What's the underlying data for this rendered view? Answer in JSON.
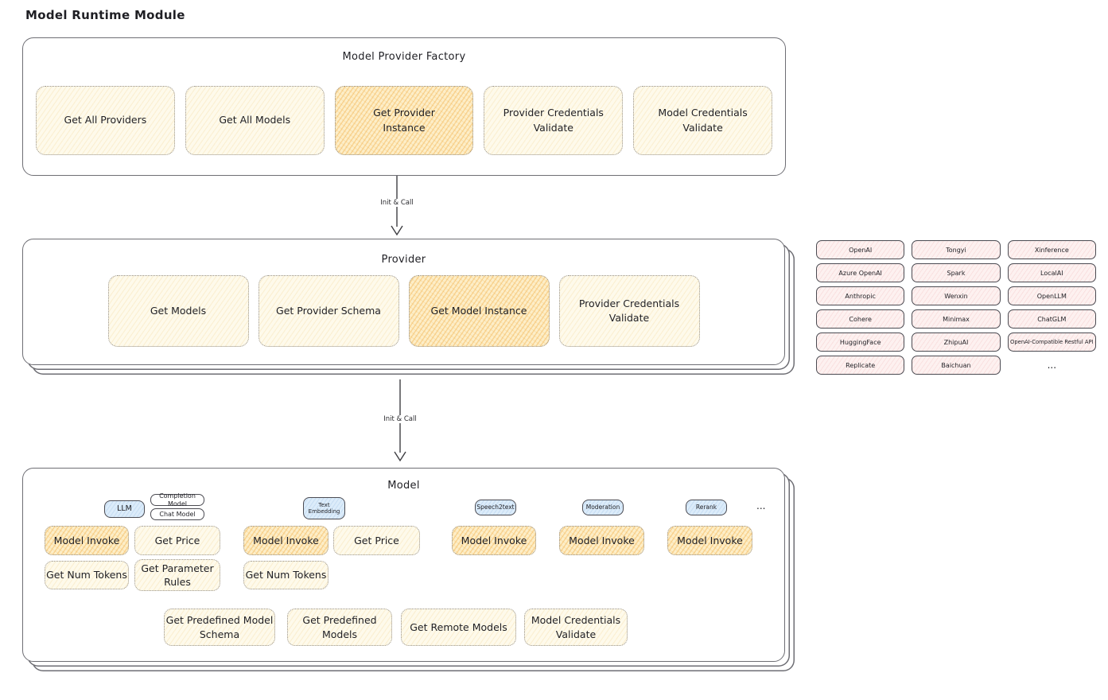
{
  "title": "Model Runtime Module",
  "arrows": {
    "init_call": "Init & Call"
  },
  "factory": {
    "title": "Model Provider Factory",
    "items": [
      {
        "label": "Get All Providers"
      },
      {
        "label": "Get All Models"
      },
      {
        "label": "Get Provider\nInstance"
      },
      {
        "label": "Provider Credentials\nValidate"
      },
      {
        "label": "Model Credentials\nValidate"
      }
    ]
  },
  "provider": {
    "title": "Provider",
    "items": [
      {
        "label": "Get Models"
      },
      {
        "label": "Get Provider Schema"
      },
      {
        "label": "Get Model Instance"
      },
      {
        "label": "Provider Credentials\nValidate"
      }
    ]
  },
  "providers_grid": {
    "col1": [
      "OpenAI",
      "Azure OpenAI",
      "Anthropic",
      "Cohere",
      "HuggingFace",
      "Replicate"
    ],
    "col2": [
      "Tongyi",
      "Spark",
      "Wenxin",
      "Minimax",
      "ZhipuAI",
      "Baichuan"
    ],
    "col3": [
      "Xinference",
      "LocalAI",
      "OpenLLM",
      "ChatGLM",
      "OpenAI-Compatible Restful API"
    ],
    "ellipsis": "..."
  },
  "model": {
    "title": "Model",
    "tags": {
      "llm": "LLM",
      "completion": "Completion Model",
      "chat": "Chat Model",
      "text_embedding": "Text\nEmbedding",
      "speech2text": "Speech2text",
      "moderation": "Moderation",
      "rerank": "Rerank",
      "ellipsis": "..."
    },
    "fns": {
      "model_invoke": "Model Invoke",
      "get_price": "Get Price",
      "get_num_tokens": "Get Num Tokens",
      "get_parameter_rules": "Get Parameter\nRules"
    },
    "bottom": [
      "Get Predefined Model\nSchema",
      "Get Predefined\nModels",
      "Get Remote Models",
      "Model Credentials\nValidate"
    ]
  }
}
